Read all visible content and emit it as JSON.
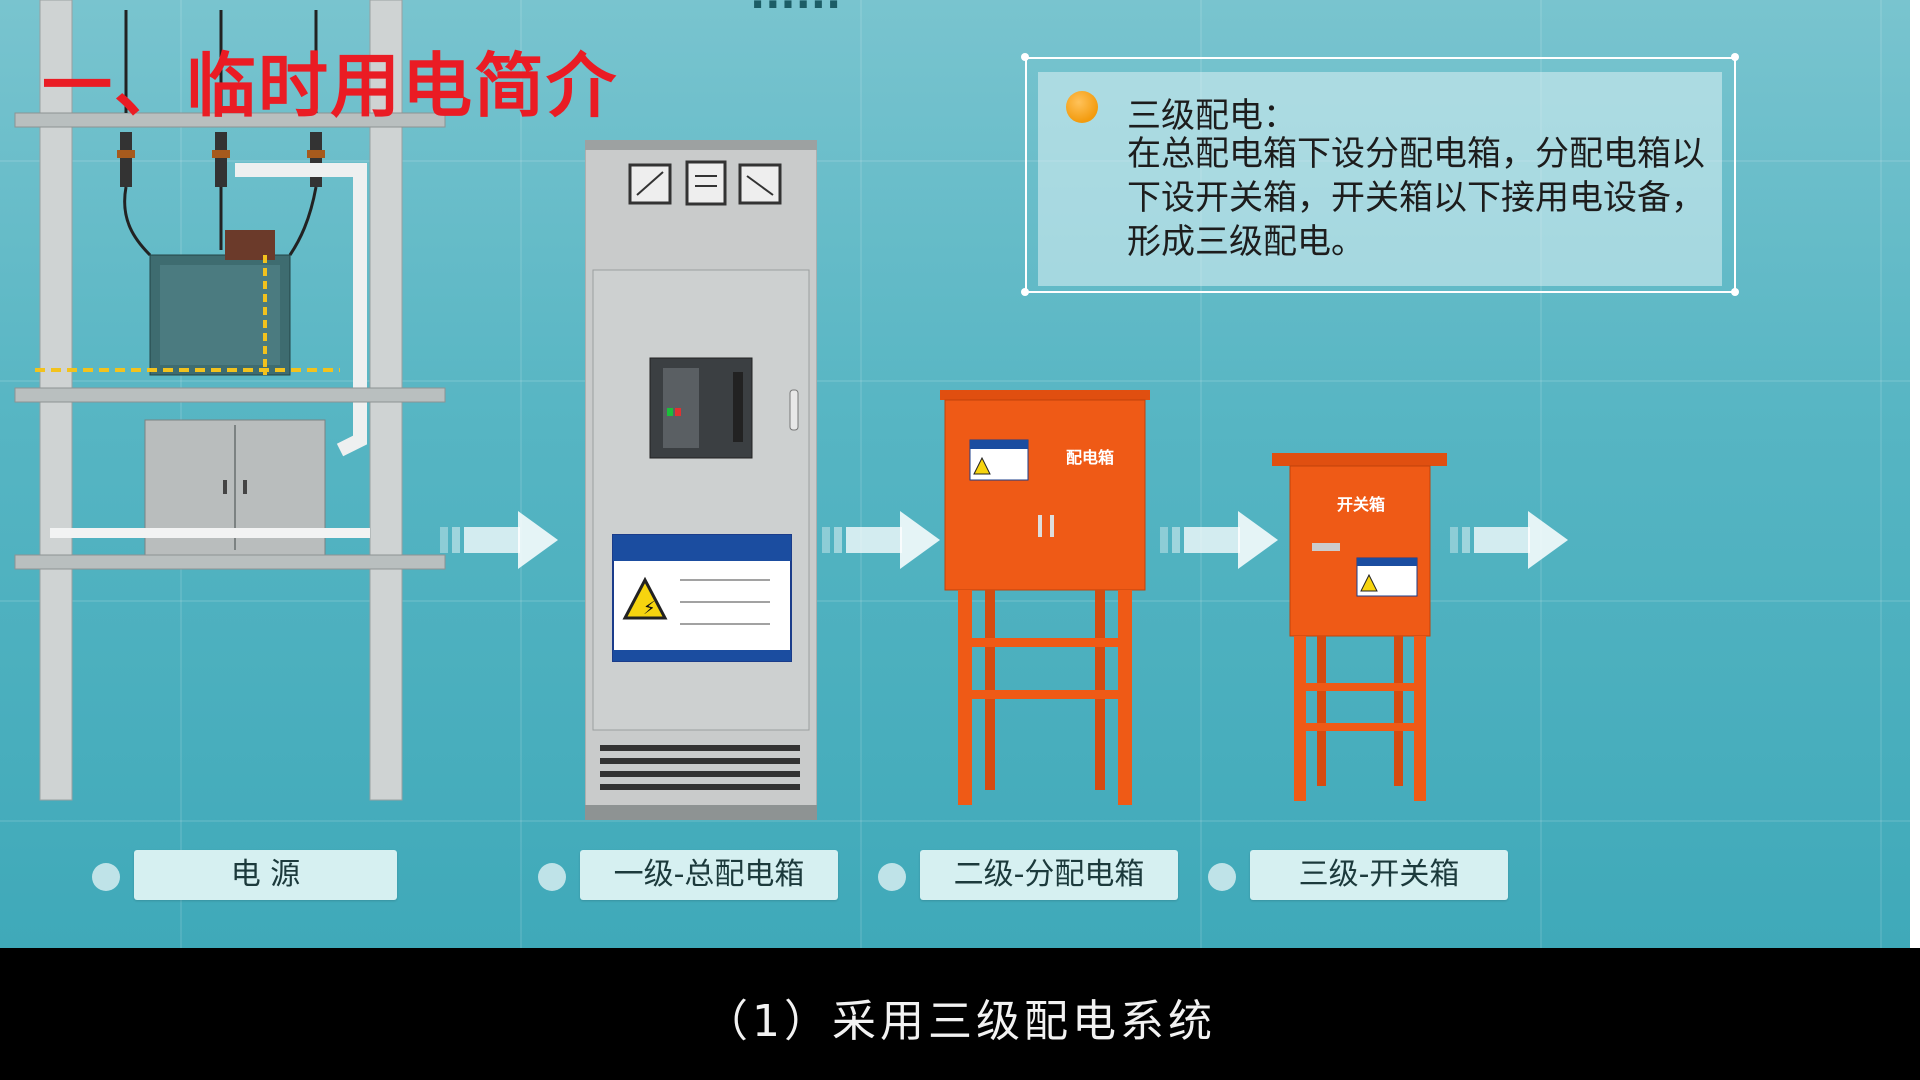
{
  "title": "一、临时用电简介",
  "top_partial_text": "......",
  "info": {
    "heading": "三级配电：",
    "body": "在总配电箱下设分配电箱，分配电箱以下设开关箱，开关箱以下接用电设备，形成三级配电。"
  },
  "labels": [
    "电  源",
    "一级-总配电箱",
    "二级-分配电箱",
    "三级-开关箱"
  ],
  "distribution_box_text": "配电箱",
  "switch_box_text": "开关箱",
  "caption": "（1）采用三级配电系统",
  "colors": {
    "title": "#ea1c24",
    "box_orange": "#ef5a16",
    "bullet": "#f39b0e",
    "background": "#56b5c3"
  }
}
